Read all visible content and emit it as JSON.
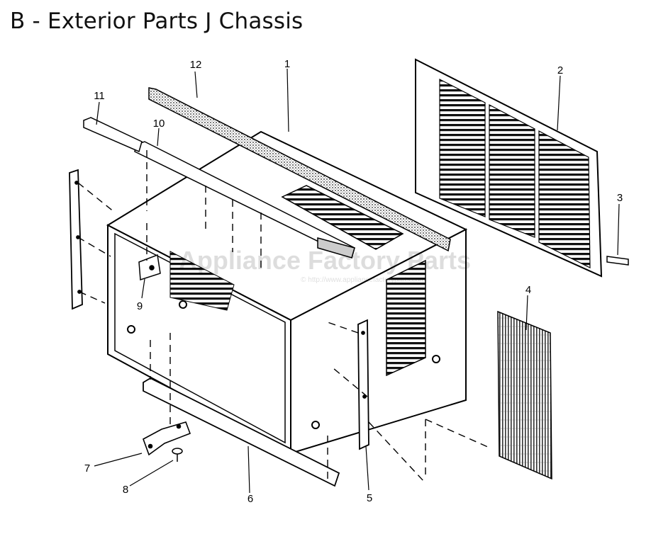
{
  "title": "B - Exterior Parts J Chassis",
  "watermark": {
    "brand": "Appliance Factory Parts",
    "copyright": "© http://www.appliancefactoryparts.com"
  },
  "callouts": [
    "1",
    "2",
    "3",
    "4",
    "5",
    "6",
    "7",
    "8",
    "9",
    "10",
    "11",
    "12"
  ],
  "colors": {
    "line": "#000000",
    "background": "#ffffff"
  }
}
